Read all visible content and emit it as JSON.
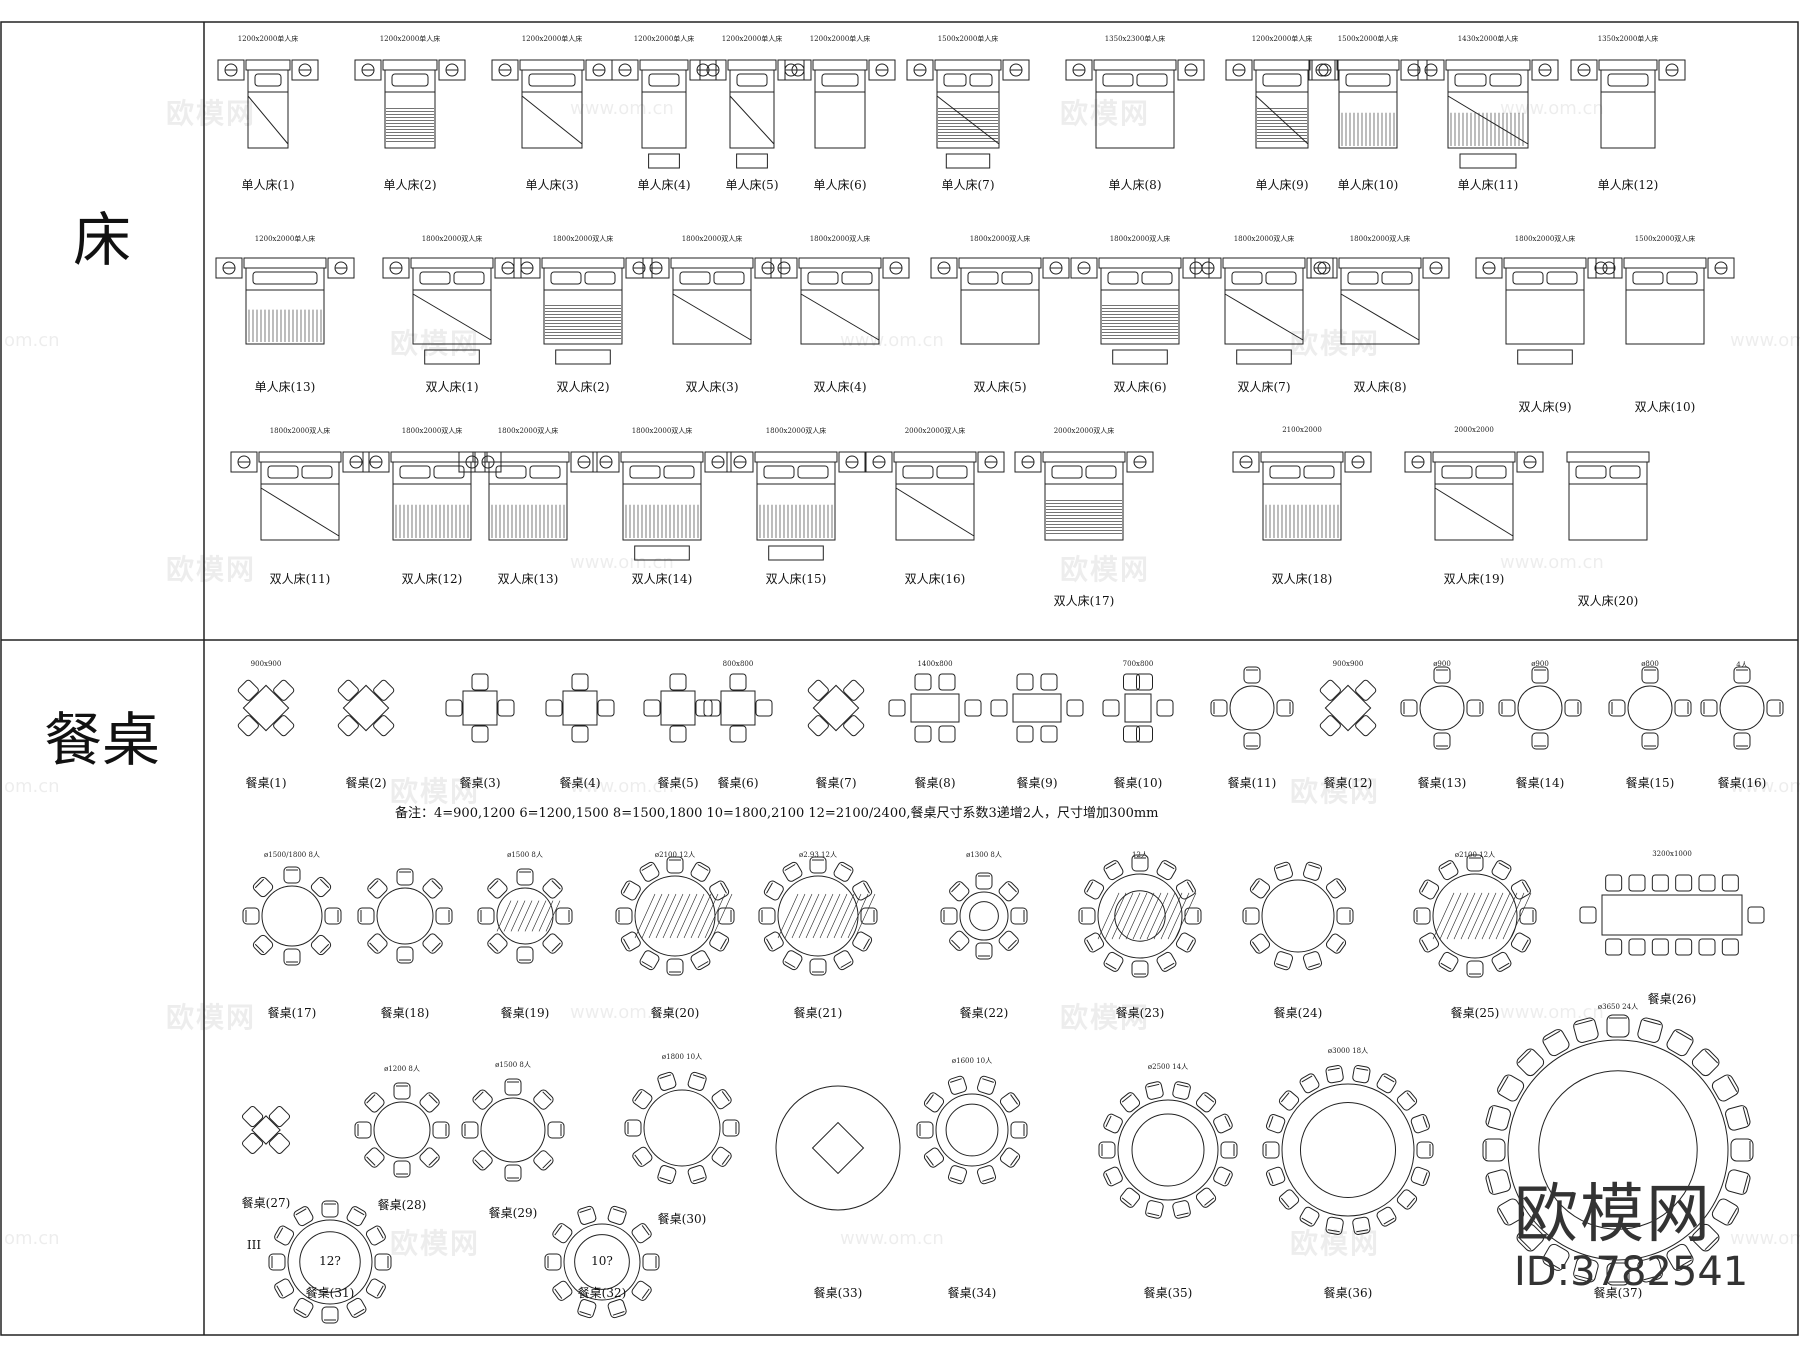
{
  "sections": {
    "bed": {
      "label": "床"
    },
    "dining": {
      "label": "餐桌"
    }
  },
  "bed_row1": [
    {
      "caption": "单人床(1)",
      "dim": "1200x2000单人床"
    },
    {
      "caption": "单人床(2)",
      "dim": "1200x2000单人床"
    },
    {
      "caption": "单人床(3)",
      "dim": "1200x2000单人床"
    },
    {
      "caption": "单人床(4)",
      "dim": "1200x2000单人床"
    },
    {
      "caption": "单人床(5)",
      "dim": "1200x2000单人床"
    },
    {
      "caption": "单人床(6)",
      "dim": "1200x2000单人床"
    },
    {
      "caption": "单人床(7)",
      "dim": "1500x2000单人床"
    },
    {
      "caption": "单人床(8)",
      "dim": "1350x2300单人床"
    },
    {
      "caption": "单人床(9)",
      "dim": "1200x2000单人床"
    },
    {
      "caption": "单人床(10)",
      "dim": "1500x2000单人床"
    },
    {
      "caption": "单人床(11)",
      "dim": "1430x2000单人床"
    },
    {
      "caption": "单人床(12)",
      "dim": "1350x2000单人床"
    }
  ],
  "bed_row2": [
    {
      "caption": "单人床(13)",
      "dim": "1200x2000单人床"
    },
    {
      "caption": "双人床(1)",
      "dim": "1800x2000双人床"
    },
    {
      "caption": "双人床(2)",
      "dim": "1800x2000双人床"
    },
    {
      "caption": "双人床(3)",
      "dim": "1800x2000双人床"
    },
    {
      "caption": "双人床(4)",
      "dim": "1800x2000双人床"
    },
    {
      "caption": "双人床(5)",
      "dim": "1800x2000双人床"
    },
    {
      "caption": "双人床(6)",
      "dim": "1800x2000双人床"
    },
    {
      "caption": "双人床(7)",
      "dim": "1800x2000双人床"
    },
    {
      "caption": "双人床(8)",
      "dim": "1800x2000双人床"
    },
    {
      "caption": "双人床(9)",
      "dim": "1800x2000双人床"
    },
    {
      "caption": "双人床(10)",
      "dim": "1500x2000双人床"
    }
  ],
  "bed_row3": [
    {
      "caption": "双人床(11)",
      "dim": "1800x2000双人床"
    },
    {
      "caption": "双人床(12)",
      "dim": "1800x2000双人床"
    },
    {
      "caption": "双人床(13)",
      "dim": "1800x2000双人床"
    },
    {
      "caption": "双人床(14)",
      "dim": "1800x2000双人床"
    },
    {
      "caption": "双人床(15)",
      "dim": "1800x2000双人床"
    },
    {
      "caption": "双人床(16)",
      "dim": "2000x2000双人床"
    },
    {
      "caption": "双人床(17)",
      "dim": "2000x2000双人床"
    },
    {
      "caption": "双人床(18)",
      "dim": "2100x2000"
    },
    {
      "caption": "双人床(19)",
      "dim": "2000x2000"
    },
    {
      "caption": "双人床(20)",
      "dim": ""
    }
  ],
  "dining_row1": [
    {
      "caption": "餐桌(1)",
      "dim": "900x900"
    },
    {
      "caption": "餐桌(2)",
      "dim": ""
    },
    {
      "caption": "餐桌(3)",
      "dim": ""
    },
    {
      "caption": "餐桌(4)",
      "dim": ""
    },
    {
      "caption": "餐桌(5)",
      "dim": ""
    },
    {
      "caption": "餐桌(6)",
      "dim": "800x800"
    },
    {
      "caption": "餐桌(7)",
      "dim": ""
    },
    {
      "caption": "餐桌(8)",
      "dim": "1400x800"
    },
    {
      "caption": "餐桌(9)",
      "dim": ""
    },
    {
      "caption": "餐桌(10)",
      "dim": "700x800"
    },
    {
      "caption": "餐桌(11)",
      "dim": ""
    },
    {
      "caption": "餐桌(12)",
      "dim": "900x900"
    },
    {
      "caption": "餐桌(13)",
      "dim": "ø900"
    },
    {
      "caption": "餐桌(14)",
      "dim": "ø900"
    },
    {
      "caption": "餐桌(15)",
      "dim": "ø800"
    },
    {
      "caption": "餐桌(16)",
      "dim": "4人"
    }
  ],
  "dining_note": "备注：4=900,1200    6=1200,1500    8=1500,1800    10=1800,2100    12=2100/2400,餐桌尺寸系数3递增2人，尺寸增加300mm",
  "dining_row2": [
    {
      "caption": "餐桌(17)",
      "dim": "ø1500/1800 8人"
    },
    {
      "caption": "餐桌(18)",
      "dim": ""
    },
    {
      "caption": "餐桌(19)",
      "dim": "ø1500  8人"
    },
    {
      "caption": "餐桌(20)",
      "dim": "ø2100  12人"
    },
    {
      "caption": "餐桌(21)",
      "dim": "ø2.93  12人"
    },
    {
      "caption": "餐桌(22)",
      "dim": "ø1300  8人"
    },
    {
      "caption": "餐桌(23)",
      "dim": "12人"
    },
    {
      "caption": "餐桌(24)",
      "dim": ""
    },
    {
      "caption": "餐桌(25)",
      "dim": "ø2100  12人"
    },
    {
      "caption": "餐桌(26)",
      "dim": "3200x1000"
    }
  ],
  "dining_row3": [
    {
      "caption": "餐桌(27)",
      "dim": ""
    },
    {
      "caption": "餐桌(28)",
      "dim": "ø1200 8人"
    },
    {
      "caption": "餐桌(29)",
      "dim": "ø1500 8人"
    },
    {
      "caption": "餐桌(30)",
      "dim": "ø1800 10人"
    },
    {
      "caption": "餐桌(31)",
      "dim": ""
    },
    {
      "caption": "餐桌(32)",
      "dim": ""
    },
    {
      "caption": "餐桌(33)",
      "dim": ""
    },
    {
      "caption": "餐桌(34)",
      "dim": "ø1600  10人"
    },
    {
      "caption": "餐桌(35)",
      "dim": "ø2500  14人"
    },
    {
      "caption": "餐桌(36)",
      "dim": "ø3000  18人"
    },
    {
      "caption": "餐桌(37)",
      "dim": "ø3650  24人"
    }
  ],
  "table_labels": {
    "t31": "12?",
    "t32": "10?",
    "mark": "III"
  },
  "watermark": {
    "brand": "欧模网",
    "url": "www.om.cn",
    "url_short": "om.cn"
  },
  "logo": {
    "name": "欧模网",
    "id": "ID:3782541"
  }
}
